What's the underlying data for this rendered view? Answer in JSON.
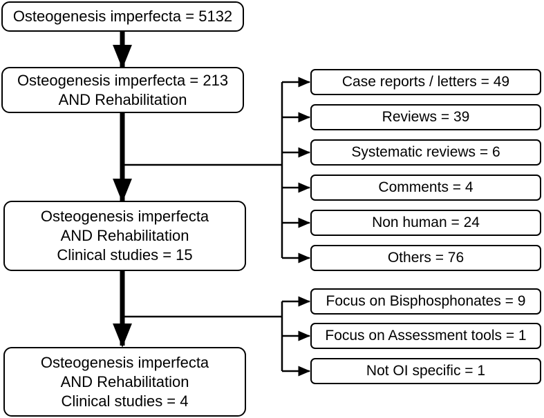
{
  "flow": {
    "step1": {
      "line1": "Osteogenesis imperfecta = 5132"
    },
    "step2": {
      "line1": "Osteogenesis imperfecta = 213",
      "line2": "AND Rehabilitation"
    },
    "step3": {
      "line1": "Osteogenesis imperfecta",
      "line2": "AND Rehabilitation",
      "line3": "Clinical studies = 15"
    },
    "step4": {
      "line1": "Osteogenesis imperfecta",
      "line2": "AND Rehabilitation",
      "line3": "Clinical studies = 4"
    }
  },
  "exclusions_first": [
    "Case reports / letters = 49",
    "Reviews = 39",
    "Systematic reviews = 6",
    "Comments = 4",
    "Non human = 24",
    "Others = 76"
  ],
  "exclusions_second": [
    "Focus on Bisphosphonates = 9",
    "Focus on Assessment tools = 1",
    "Not OI specific = 1"
  ]
}
